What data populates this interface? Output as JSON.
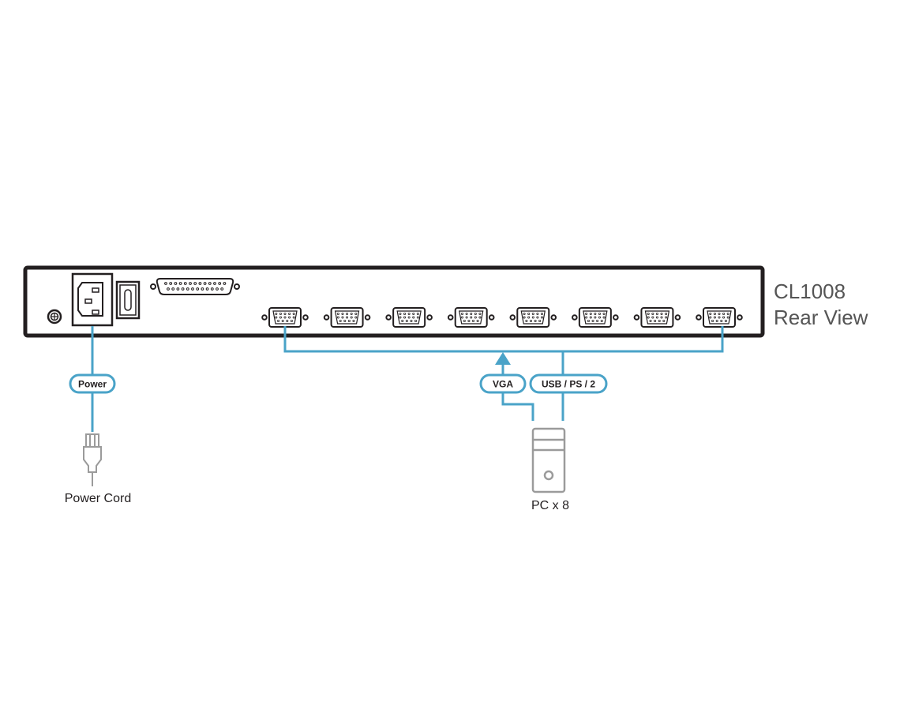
{
  "title": {
    "model": "CL1008",
    "view": "Rear View"
  },
  "labels": {
    "power_tag": "Power",
    "power_cord": "Power Cord",
    "vga_tag": "VGA",
    "usb_tag": "USB / PS / 2",
    "pc": "PC x 8"
  },
  "ports": {
    "count": 8
  },
  "colors": {
    "cable": "#4aa3c8",
    "device": "#231f20",
    "gray": "#9b9b9b",
    "title": "#555555"
  }
}
